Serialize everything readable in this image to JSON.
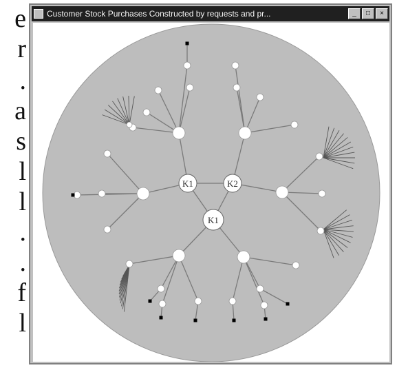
{
  "side_text": {
    "lines": [
      "e",
      "r",
      ".",
      "a",
      "s",
      "l",
      "l",
      ".",
      ".",
      "f",
      "l"
    ]
  },
  "window": {
    "title": "Customer Stock Purchases Constructed by requests and pr...",
    "title_icon": "app-icon",
    "buttons": {
      "minimize": "_",
      "maximize": "□",
      "close": "×"
    }
  },
  "graph": {
    "center_label": "K1",
    "hub_labels": [
      "K1",
      "K2"
    ],
    "colors": {
      "disc": "#bdbdbd",
      "edge": "#7a7a7a",
      "node": "#ffffff",
      "leaf_dark": "#000000"
    }
  }
}
